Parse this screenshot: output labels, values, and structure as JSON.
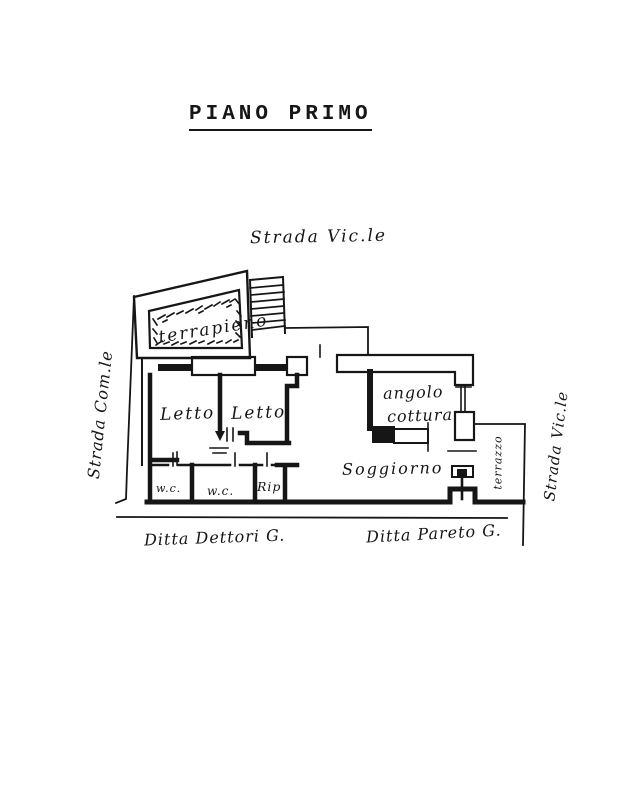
{
  "document": {
    "title": "PIANO PRIMO"
  },
  "floor_plan": {
    "streets": {
      "top": "Strada Vic.le",
      "left": "Strada Com.le",
      "right": "Strada Vic.le"
    },
    "rooms": {
      "terrapieno": "terrapieno",
      "bedroom_left": "Letto",
      "bedroom_right": "Letto",
      "kitchen_line1": "angolo",
      "kitchen_line2": "cottura",
      "living_room": "Soggiorno",
      "wc_left": "w.c.",
      "wc_right": "w.c.",
      "storage": "Rip",
      "terrace": "terrazzo"
    },
    "adjoining_properties": {
      "left": "Ditta Dettori G.",
      "right": "Ditta Pareto G."
    },
    "colors": {
      "ink": "#161616",
      "paper": "#ffffff"
    }
  }
}
